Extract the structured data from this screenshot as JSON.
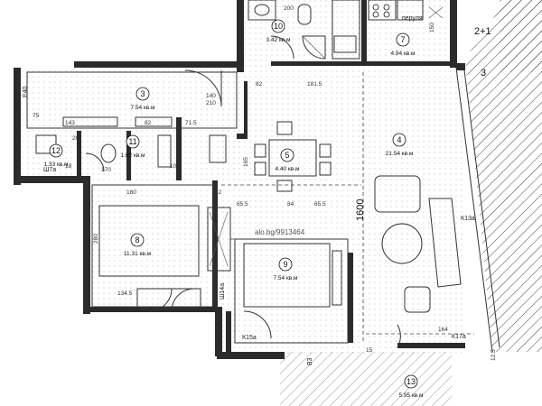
{
  "rooms": [
    {
      "id": "room-3",
      "number": "3",
      "area": "7.54 кв.м"
    },
    {
      "id": "room-4",
      "number": "4",
      "area": "21.54 кв.м"
    },
    {
      "id": "room-5",
      "number": "5",
      "area": "4.40 кв.м"
    },
    {
      "id": "room-7",
      "number": "7",
      "area": "4.94 кв.м"
    },
    {
      "id": "room-8",
      "number": "8",
      "area": "11.31 кв.м"
    },
    {
      "id": "room-9",
      "number": "9",
      "area": "7.54 кв.м"
    },
    {
      "id": "room-10",
      "number": "10",
      "area": "3.42 кв.м"
    },
    {
      "id": "room-11",
      "number": "11",
      "area": "1.62 кв.м"
    },
    {
      "id": "room-12",
      "number": "12",
      "area": "1.33 кв.м"
    },
    {
      "id": "room-13",
      "number": "13",
      "area": "5.95 кв.м"
    }
  ],
  "labels": {
    "washer": "перуля",
    "top_right": "2+1",
    "right_num": "3",
    "sh7a": "Ш7а",
    "sh14a": "Ш14а",
    "k13a": "К13а",
    "k15a": "К15а",
    "k17a": "К17а",
    "e40": "Е40",
    "watermark": "alo.bg/9913464",
    "big_dim": "1600",
    "door_z": "ВЗ"
  },
  "dims": [
    "200",
    "150",
    "140",
    "210",
    "82",
    "181.5",
    "143",
    "82",
    "71.5",
    "180",
    "32",
    "65.5",
    "84",
    "65.5",
    "170",
    "134.5",
    "164",
    "210",
    "15",
    "10",
    "18",
    "75",
    "20",
    "280",
    "165",
    "12.5"
  ]
}
